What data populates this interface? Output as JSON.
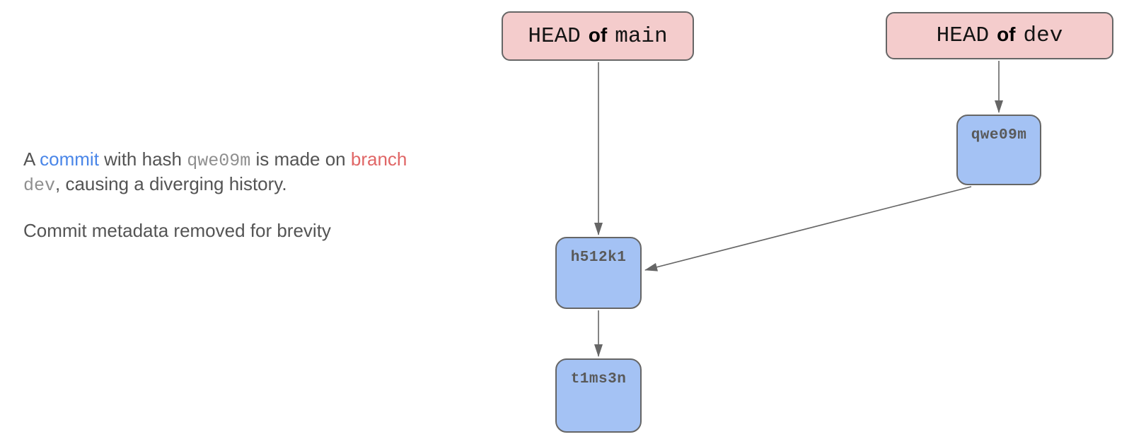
{
  "colors": {
    "head_box_fill": "#f4cccc",
    "commit_box_fill": "#a4c2f4",
    "box_border": "#666666",
    "arrow": "#666666",
    "body_text": "#545454",
    "inline_code_text": "#8f8f8f",
    "commit_label_text": "#595959",
    "link_blue": "#4a86e8",
    "link_red": "#e06666"
  },
  "note": {
    "paragraph1_line1": {
      "t1": "A ",
      "link_commit": "commit",
      "t2": " with hash ",
      "code_hash": "qwe09m",
      "t3": " is made on ",
      "link_branch": "branch"
    },
    "paragraph1_line2": {
      "code_branch": "dev",
      "t4": ", causing a diverging history."
    },
    "paragraph2": "Commit metadata removed for brevity"
  },
  "diagram": {
    "head_labels": [
      {
        "word1": "HEAD",
        "word2": "of",
        "word3": "main"
      },
      {
        "word1": "HEAD",
        "word2": "of",
        "word3": "dev"
      }
    ],
    "commits": [
      {
        "label": "qwe09m"
      },
      {
        "label": "h512k1"
      },
      {
        "label": "t1ms3n"
      }
    ]
  }
}
